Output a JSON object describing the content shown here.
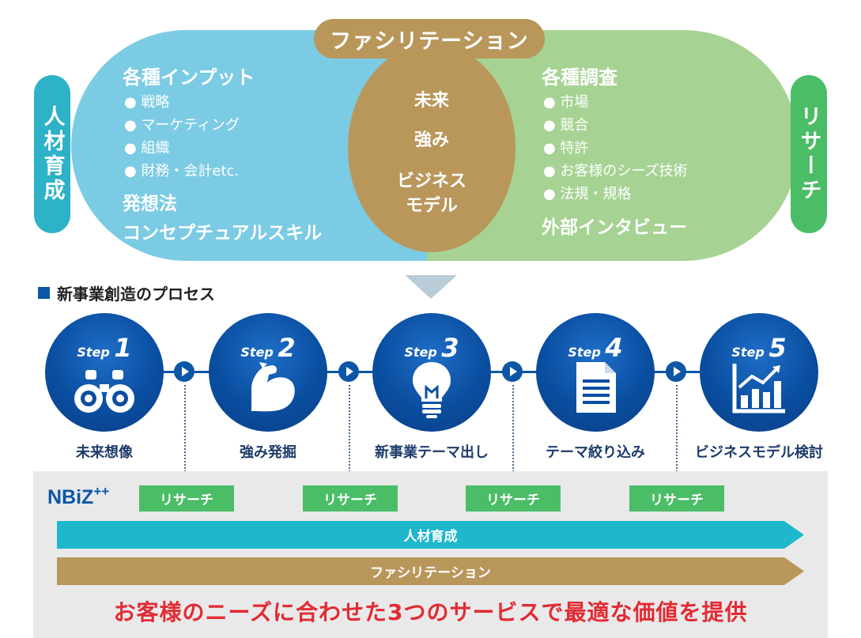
{
  "venn": {
    "top_pill": "ファシリテーション",
    "left_side": "人材育成",
    "right_side": "リサーチ",
    "left": {
      "title": "各種インプット",
      "items": [
        "● 戦略",
        "● マーケティング",
        "● 組織",
        "● 財務・会計etc."
      ],
      "extra": [
        "発想法",
        "コンセプチュアルスキル"
      ]
    },
    "center": [
      "未来",
      "強み",
      "ビジネス",
      "モデル"
    ],
    "right": {
      "title": "各種調査",
      "items": [
        "● 市場",
        "● 競合",
        "● 特許",
        "● お客様のシーズ技術",
        "● 法規・規格"
      ],
      "extra": [
        "外部インタビュー"
      ]
    }
  },
  "process": {
    "title": "新事業創造のプロセス",
    "step_word": "Step",
    "steps": [
      {
        "num": "1",
        "name": "未来想像",
        "icon": "binoculars-icon"
      },
      {
        "num": "2",
        "name": "強み発掘",
        "icon": "muscle-arm-icon"
      },
      {
        "num": "3",
        "name": "新事業テーマ出し",
        "icon": "lightbulb-icon"
      },
      {
        "num": "4",
        "name": "テーマ絞り込み",
        "icon": "document-icon"
      },
      {
        "num": "5",
        "name": "ビジネスモデル検討",
        "icon": "growth-chart-icon"
      }
    ]
  },
  "panel": {
    "brand": "NBiZ",
    "brand_sup": "++",
    "research_label": "リサーチ",
    "bar1": "人材育成",
    "bar2": "ファシリテーション",
    "message": "お客様のニーズに合わせた3つのサービスで最適な価値を提供"
  },
  "colors": {
    "left_blob": "#7ccbe4",
    "right_blob": "#a6d393",
    "gold": "#b9975b",
    "teal": "#2db2c7",
    "green": "#4cbd67",
    "navy": "#0b57a5",
    "red": "#e22b33"
  }
}
